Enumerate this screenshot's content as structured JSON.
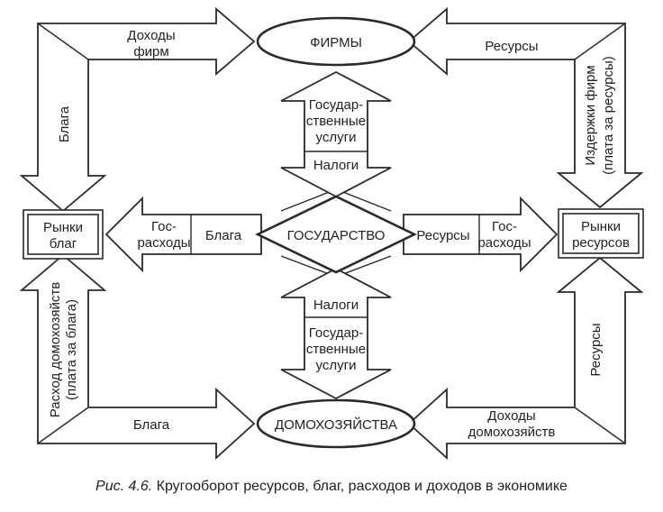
{
  "nodes": {
    "firms": "ФИРМЫ",
    "state": "ГОСУДАРСТВО",
    "households": "ДОМОХОЗЯЙСТВА",
    "goods_market": [
      "Рынки",
      "благ"
    ],
    "resources_market": [
      "Рынки",
      "ресурсов"
    ]
  },
  "flows": {
    "firm_income": [
      "Доходы",
      "фирм"
    ],
    "goods_left": "Блага",
    "resources_top": "Ресурсы",
    "firm_costs": [
      "Издержки фирм",
      "(плата за ресурсы)"
    ],
    "gov_services_top": [
      "Государ-",
      "ственные",
      "услуги"
    ],
    "taxes_top": "Налоги",
    "gov_spending_left": [
      "Гос-",
      "расходы"
    ],
    "goods_mid": "Блага",
    "resources_mid": "Ресурсы",
    "gov_spending_right": [
      "Гос-",
      "расходы"
    ],
    "taxes_bottom": "Налоги",
    "gov_services_bottom": [
      "Государ-",
      "ственные",
      "услуги"
    ],
    "household_spending": [
      "Расход домохозяйств",
      "(плата за блага)"
    ],
    "goods_bottom": "Блага",
    "resources_right": "Ресурсы",
    "household_income": [
      "Доходы",
      "домохозяйств"
    ]
  },
  "caption": {
    "figure": "Рис. 4.6.",
    "text": "Кругооборот ресурсов, благ, расходов и доходов в экономике"
  }
}
